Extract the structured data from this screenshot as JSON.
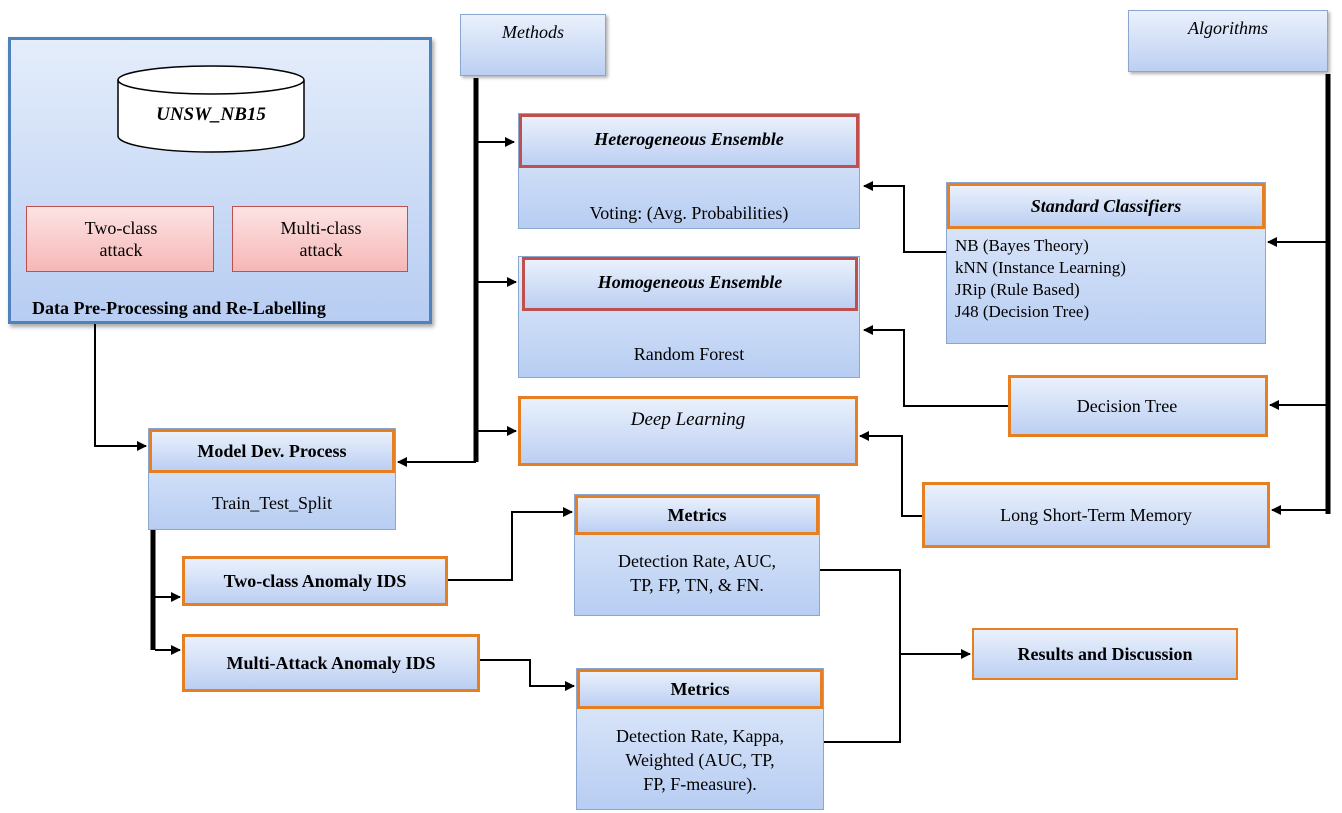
{
  "preprocessing": {
    "dataset": "UNSW_NB15",
    "two_class": "Two-class attack",
    "multi_class": "Multi-class attack",
    "caption": "Data Pre-Processing and Re-Labelling"
  },
  "methods": {
    "title": "Methods",
    "heterogeneous": {
      "title": "Heterogeneous Ensemble",
      "detail": "Voting: (Avg. Probabilities)"
    },
    "homogeneous": {
      "title": "Homogeneous Ensemble",
      "detail": "Random Forest"
    },
    "deep": {
      "title": "Deep Learning"
    }
  },
  "algorithms": {
    "title": "Algorithms",
    "standard": {
      "title": "Standard Classifiers",
      "items": [
        "NB (Bayes Theory)",
        "kNN (Instance Learning)",
        "JRip (Rule Based)",
        "J48 (Decision Tree)"
      ]
    },
    "decision_tree": "Decision Tree",
    "lstm": "Long Short-Term Memory"
  },
  "model": {
    "title": "Model Dev. Process",
    "detail": "Train_Test_Split"
  },
  "ids": {
    "two_class": "Two-class Anomaly IDS",
    "multi_attack": "Multi-Attack Anomaly IDS"
  },
  "metrics_two": {
    "title": "Metrics",
    "lines": [
      "Detection Rate, AUC,",
      "TP, FP, TN, & FN."
    ]
  },
  "metrics_multi": {
    "title": "Metrics",
    "lines": [
      "Detection Rate, Kappa,",
      "Weighted (AUC, TP,",
      "FP, F-measure)."
    ]
  },
  "results": "Results and Discussion"
}
